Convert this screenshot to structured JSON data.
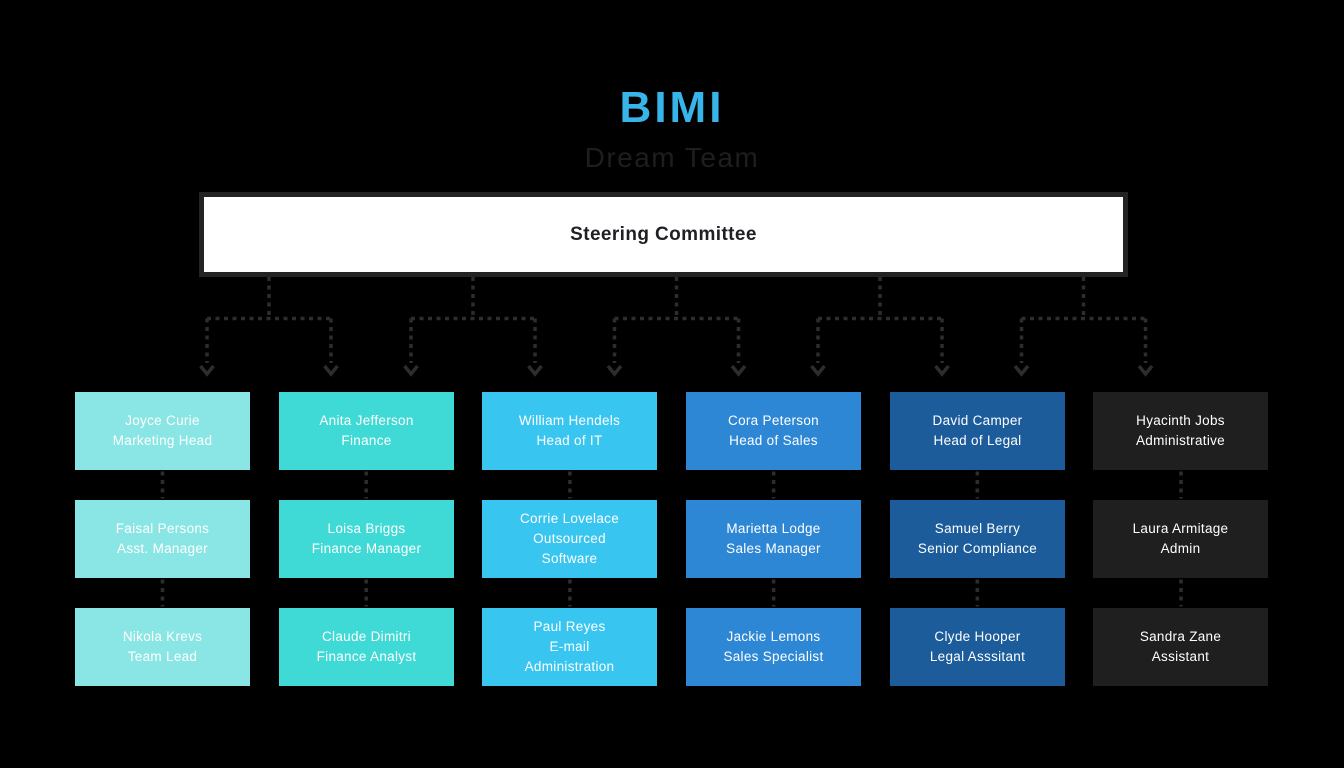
{
  "palette": {
    "background": "#000000",
    "brand_blue": "#38B5E8",
    "subtitle_gray": "#1E1E1E",
    "steering_bg": "#FFFFFF",
    "steering_border": "#232323",
    "steering_text": "#1F2024",
    "connector": "#2D2D2D",
    "node_text": "#FFFFFF"
  },
  "header": {
    "brand": "BIMI",
    "subtitle": "Dream Team"
  },
  "root": {
    "label": "Steering Committee"
  },
  "columns": [
    {
      "color": "#8AE6E4",
      "members": [
        {
          "name": "Joyce Curie",
          "title": "Marketing Head"
        },
        {
          "name": "Faisal Persons",
          "title": "Asst. Manager"
        },
        {
          "name": "Nikola Krevs",
          "title": "Team Lead"
        }
      ]
    },
    {
      "color": "#3FDAD5",
      "members": [
        {
          "name": "Anita Jefferson",
          "title": "Finance"
        },
        {
          "name": "Loisa Briggs",
          "title": "Finance Manager"
        },
        {
          "name": "Claude Dimitri",
          "title": "Finance Analyst"
        }
      ]
    },
    {
      "color": "#38C6F1",
      "members": [
        {
          "name": "William Hendels",
          "title": "Head of IT"
        },
        {
          "name": "Corrie Lovelace",
          "title": "Outsourced\nSoftware"
        },
        {
          "name": "Paul Reyes",
          "title": "E-mail\nAdministration"
        }
      ]
    },
    {
      "color": "#2E87D4",
      "members": [
        {
          "name": "Cora Peterson",
          "title": "Head of Sales"
        },
        {
          "name": "Marietta Lodge",
          "title": "Sales Manager"
        },
        {
          "name": "Jackie Lemons",
          "title": "Sales Specialist"
        }
      ]
    },
    {
      "color": "#1C5C9B",
      "members": [
        {
          "name": "David Camper",
          "title": "Head of Legal"
        },
        {
          "name": "Samuel Berry",
          "title": "Senior Compliance"
        },
        {
          "name": "Clyde Hooper",
          "title": "Legal Asssitant"
        }
      ]
    },
    {
      "color": "#1F1F1F",
      "members": [
        {
          "name": "Hyacinth Jobs",
          "title": "Administrative"
        },
        {
          "name": "Laura Armitage",
          "title": "Admin"
        },
        {
          "name": "Sandra Zane",
          "title": "Assistant"
        }
      ]
    }
  ]
}
